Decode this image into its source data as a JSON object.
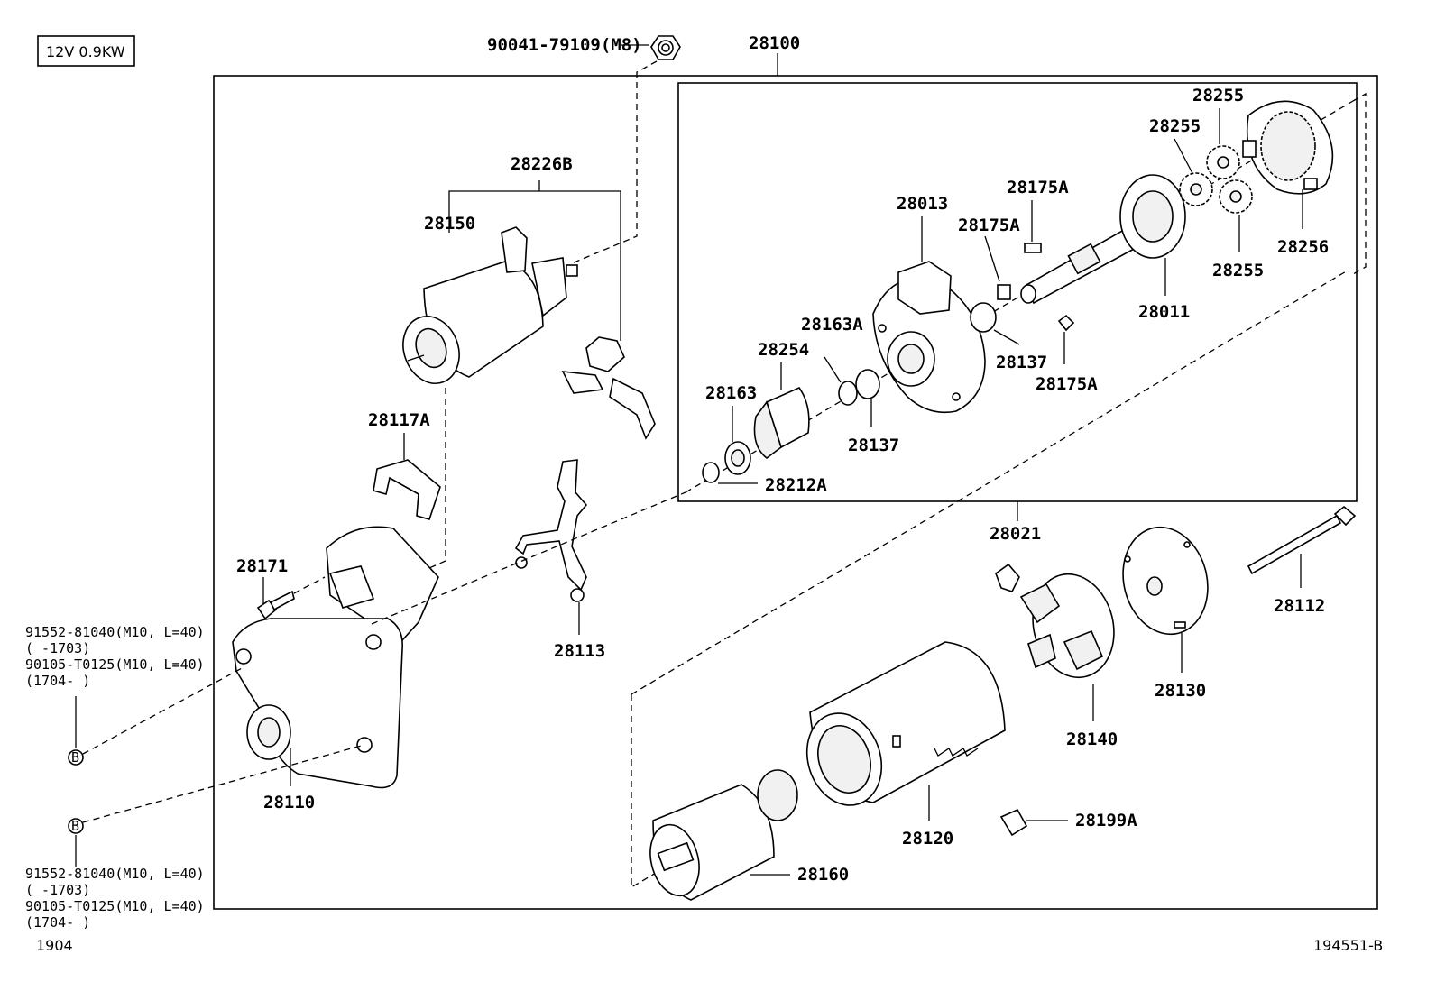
{
  "spec_label": "12V 0.9KW",
  "footer_left": "1904",
  "footer_right": "194551-B",
  "callouts": {
    "nut": "90041-79109(M8)",
    "assy_28100": "28100",
    "kit_28226B": "28226B",
    "p28150": "28150",
    "p28117A": "28117A",
    "p28171": "28171",
    "p28110": "28110",
    "p28113": "28113",
    "p28013": "28013",
    "p28175A_1": "28175A",
    "p28175A_2": "28175A",
    "p28175A_3": "28175A",
    "p28163A": "28163A",
    "p28254": "28254",
    "p28163": "28163",
    "p28137_1": "28137",
    "p28137_2": "28137",
    "p28212A": "28212A",
    "p28255_1": "28255",
    "p28255_2": "28255",
    "p28255_3": "28255",
    "p28256": "28256",
    "p28011": "28011",
    "p28021": "28021",
    "p28112": "28112",
    "p28130": "28130",
    "p28140": "28140",
    "p28120": "28120",
    "p28199A": "28199A",
    "p28160": "28160"
  },
  "bolt_notes_top": {
    "line1": "91552-81040(M10, L=40)",
    "line2": "(     -1703)",
    "line3": "90105-T0125(M10, L=40)",
    "line4": "(1704-      )",
    "marker": "B"
  },
  "bolt_notes_bottom": {
    "line1": "91552-81040(M10, L=40)",
    "line2": "(     -1703)",
    "line3": "90105-T0125(M10, L=40)",
    "line4": "(1704-      )",
    "marker": "B"
  }
}
